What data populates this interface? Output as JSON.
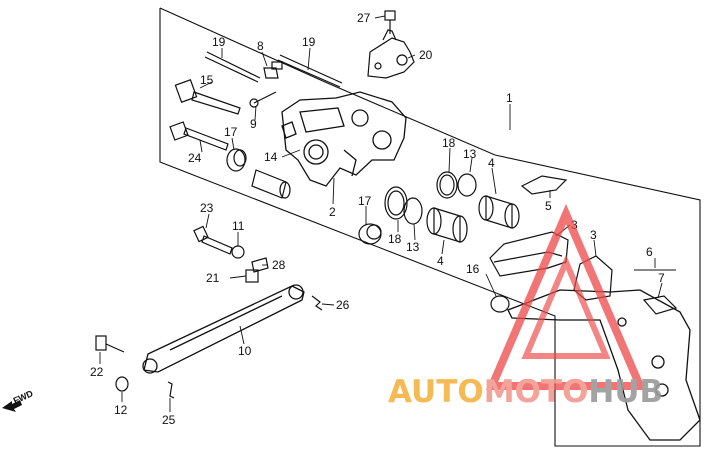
{
  "diagram": {
    "part_labels": [
      {
        "id": "p27",
        "text": "27"
      },
      {
        "id": "p20",
        "text": "20"
      },
      {
        "id": "p19a",
        "text": "19"
      },
      {
        "id": "p8",
        "text": "8"
      },
      {
        "id": "p19b",
        "text": "19"
      },
      {
        "id": "p15",
        "text": "15"
      },
      {
        "id": "p1",
        "text": "1"
      },
      {
        "id": "p9",
        "text": "9"
      },
      {
        "id": "p17a",
        "text": "17"
      },
      {
        "id": "p14",
        "text": "14"
      },
      {
        "id": "p24",
        "text": "24"
      },
      {
        "id": "p18a",
        "text": "18"
      },
      {
        "id": "p13a",
        "text": "13"
      },
      {
        "id": "p4a",
        "text": "4"
      },
      {
        "id": "p5",
        "text": "5"
      },
      {
        "id": "p2",
        "text": "2"
      },
      {
        "id": "p17b",
        "text": "17"
      },
      {
        "id": "p18b",
        "text": "18"
      },
      {
        "id": "p13b",
        "text": "13"
      },
      {
        "id": "p4b",
        "text": "4"
      },
      {
        "id": "p3a",
        "text": "3"
      },
      {
        "id": "p3b",
        "text": "3"
      },
      {
        "id": "p23",
        "text": "23"
      },
      {
        "id": "p11",
        "text": "11"
      },
      {
        "id": "p6",
        "text": "6"
      },
      {
        "id": "p16",
        "text": "16"
      },
      {
        "id": "p7",
        "text": "7"
      },
      {
        "id": "p21",
        "text": "21"
      },
      {
        "id": "p28",
        "text": "28"
      },
      {
        "id": "p26",
        "text": "26"
      },
      {
        "id": "p10",
        "text": "10"
      },
      {
        "id": "p22",
        "text": "22"
      },
      {
        "id": "p12",
        "text": "12"
      },
      {
        "id": "p25",
        "text": "25"
      }
    ],
    "fwd_label": "FWD"
  },
  "watermark": {
    "part1": "AUTO",
    "part2": "MOTO",
    "part3": "HUB",
    "colors": {
      "part1": "#f5b342",
      "part2": "#f29a8e",
      "part3": "#9a9a9a",
      "triangle": "#ee4b4b"
    }
  }
}
